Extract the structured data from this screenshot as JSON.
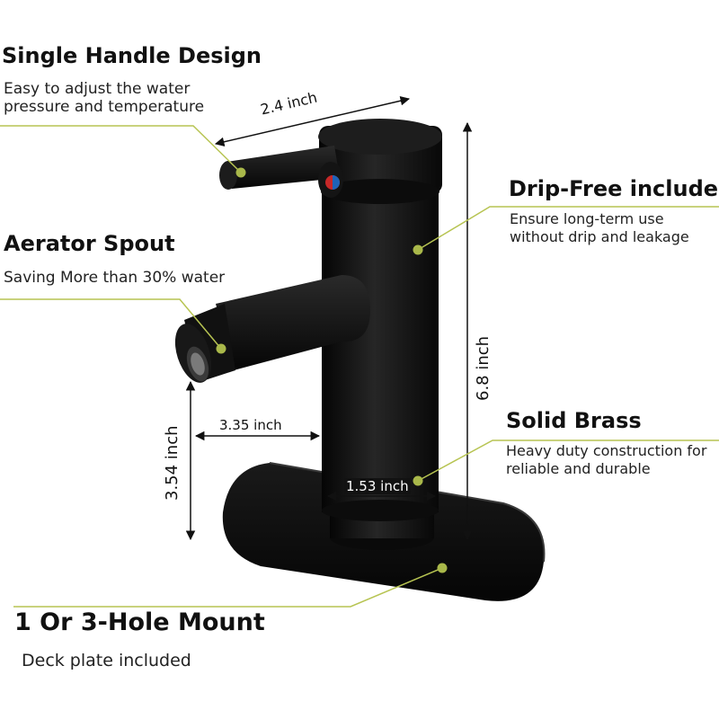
{
  "features": {
    "single_handle": {
      "title": "Single Handle Design",
      "desc_line1": "Easy to adjust the water",
      "desc_line2": "pressure and temperature"
    },
    "aerator": {
      "title": "Aerator Spout",
      "desc": "Saving More than 30% water"
    },
    "drip_free": {
      "title": "Drip-Free included",
      "desc_line1": "Ensure long-term use",
      "desc_line2": "without drip and leakage"
    },
    "solid_brass": {
      "title": "Solid Brass",
      "desc_line1": "Heavy duty construction for",
      "desc_line2": "reliable and durable"
    },
    "hole_mount": {
      "title": "1 Or 3-Hole Mount",
      "desc": "Deck plate included"
    }
  },
  "dimensions": {
    "handle_length": "2.4 inch",
    "total_height": "6.8 inch",
    "spout_reach": "3.35 inch",
    "spout_height": "3.54 inch",
    "body_diameter": "1.53 inch"
  },
  "colors": {
    "leader_line": "#b7c452",
    "leader_dot": "#a9b84a",
    "faucet": "#141414",
    "hot_indicator": "#c62828",
    "cold_indicator": "#1e63b8"
  }
}
